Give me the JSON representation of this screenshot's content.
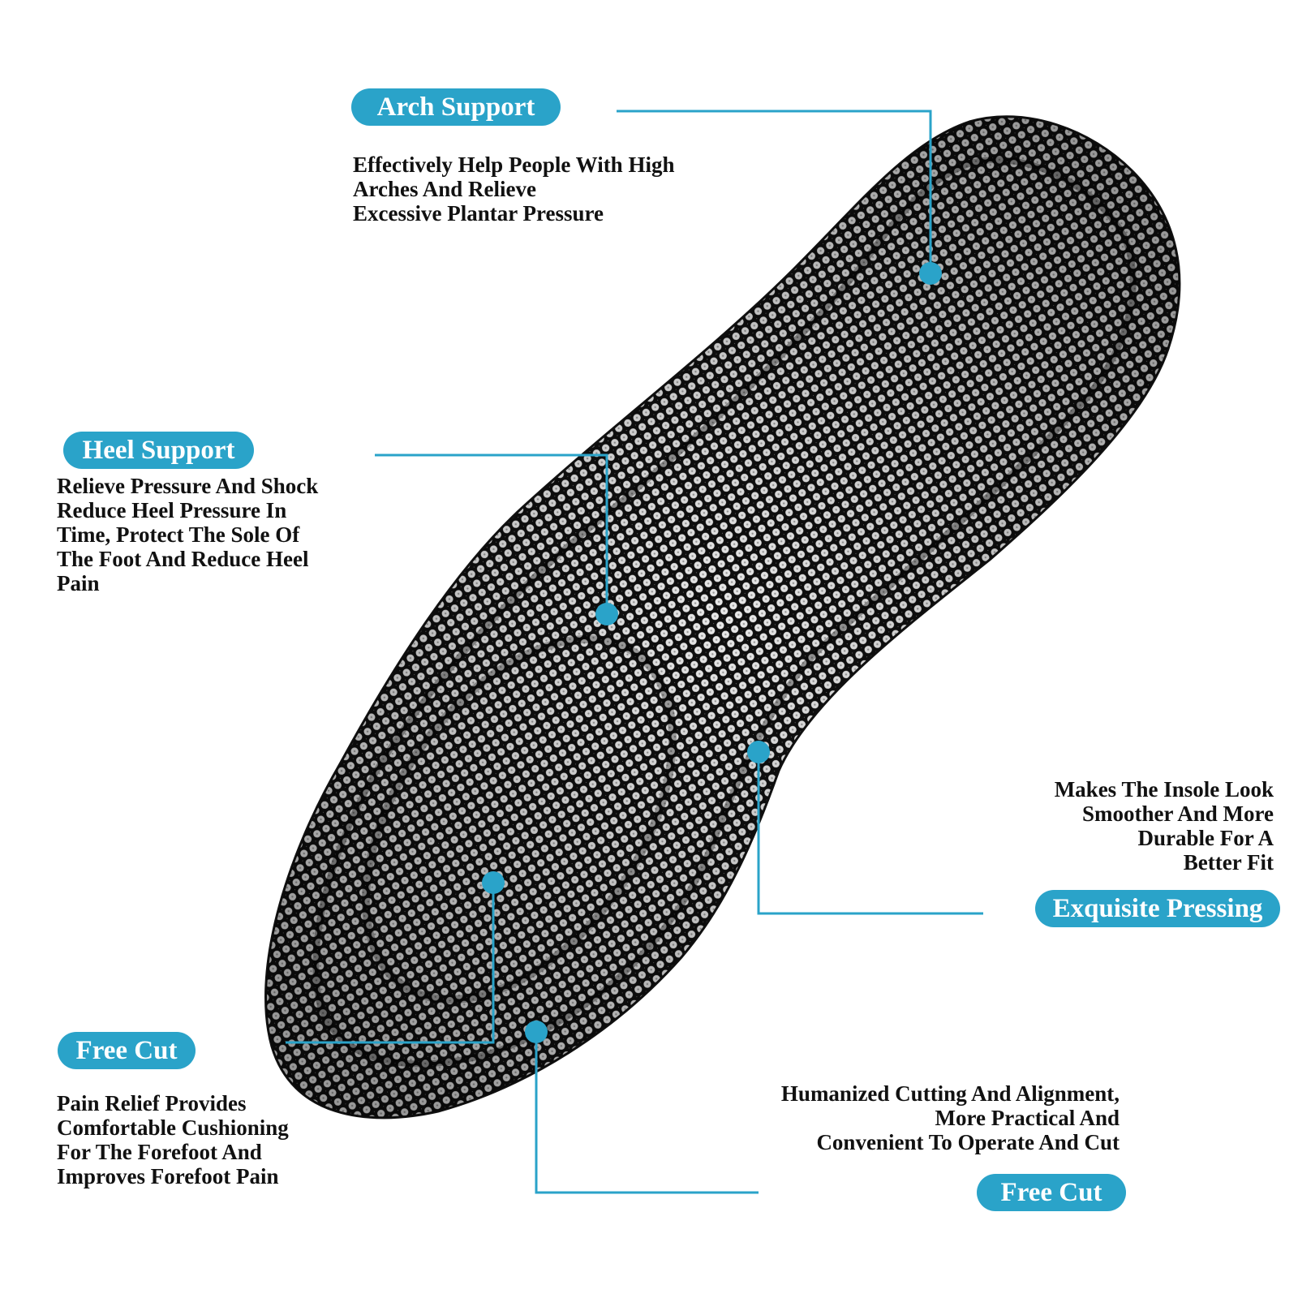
{
  "colors": {
    "accent": "#2aa3c9",
    "insole_base": "#0f0f0f",
    "mesh_dots": "#e9e9e9",
    "text": "#111111"
  },
  "image": {
    "subject": "insole-mesh"
  },
  "callouts": {
    "arch_support": {
      "label": "Arch Support",
      "lines": [
        "Effectively Help People With High",
        "Arches And Relieve",
        "Excessive Plantar Pressure"
      ]
    },
    "heel_support": {
      "label": "Heel Support",
      "lines": [
        "Relieve Pressure And Shock",
        "Reduce Heel Pressure In",
        "Time, Protect The Sole Of",
        "The Foot And Reduce Heel",
        "Pain"
      ]
    },
    "exquisite_pressing": {
      "label": "Exquisite Pressing",
      "lines": [
        "Makes The Insole Look",
        "Smoother And More",
        "Durable For A",
        "Better Fit"
      ]
    },
    "free_cut_left": {
      "label": "Free Cut",
      "lines": [
        "Pain Relief Provides",
        "Comfortable Cushioning",
        "For The Forefoot And",
        "Improves Forefoot Pain"
      ]
    },
    "free_cut_right": {
      "label": "Free Cut",
      "lines": [
        "Humanized Cutting And Alignment,",
        "More Practical And",
        "Convenient To Operate And Cut"
      ]
    }
  }
}
